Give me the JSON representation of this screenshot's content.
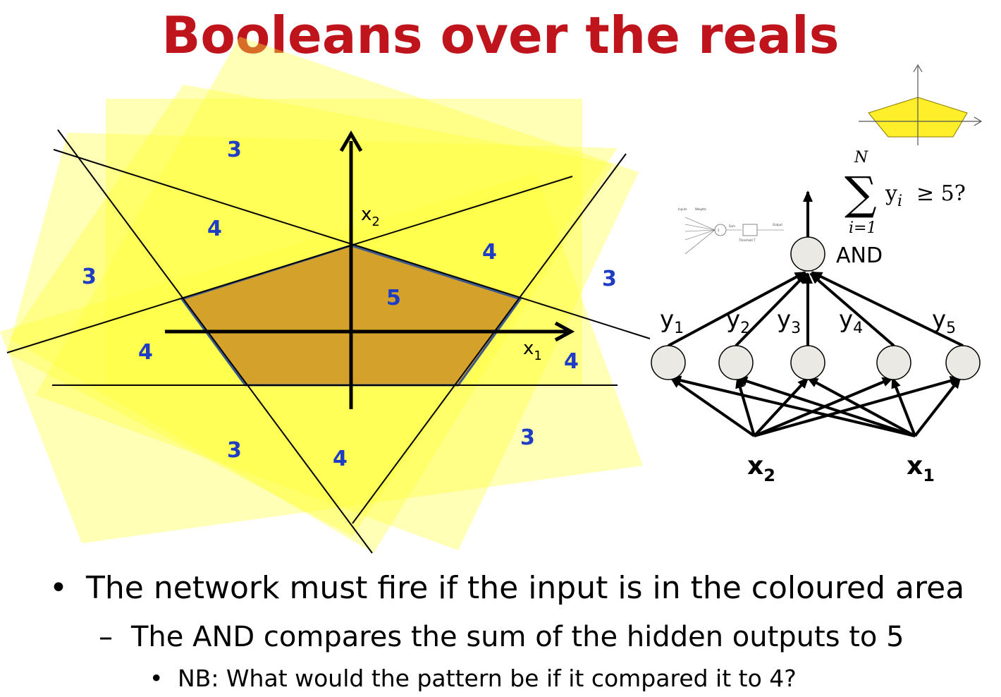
{
  "title": "Booleans over the reals",
  "region_labels": {
    "top_3": "3",
    "upper_left_4": "4",
    "left_3": "3",
    "upper_right_4": "4",
    "right_3": "3",
    "center_5": "5",
    "left_4": "4",
    "right_4": "4",
    "bottom_left_3": "3",
    "bottom_4": "4",
    "bottom_right_3": "3"
  },
  "axes": {
    "x1_base": "x",
    "x1_sub": "1",
    "x2_base": "x",
    "x2_sub": "2"
  },
  "network": {
    "hidden_labels": [
      {
        "base": "y",
        "sub": "1"
      },
      {
        "base": "y",
        "sub": "2"
      },
      {
        "base": "y",
        "sub": "3"
      },
      {
        "base": "y",
        "sub": "4"
      },
      {
        "base": "y",
        "sub": "5"
      }
    ],
    "output_label": "AND",
    "inputs": [
      {
        "base": "x",
        "sub": "2"
      },
      {
        "base": "x",
        "sub": "1"
      }
    ],
    "formula": {
      "upper": "N",
      "lower": "i=1",
      "body": "y",
      "body_sub": "i",
      "rhs": "≥ 5?"
    }
  },
  "perceptron_inset": {
    "inputs_label": "Inputs",
    "weights_label": "Weights",
    "sum_label": "Sum",
    "threshold_label": "Threshold T",
    "output_label": "Output"
  },
  "colors": {
    "title": "#c0141c",
    "region_numbers": "#1f3cc4",
    "pentagon_fill": "#d4a22a",
    "halfplane_fill": "#ffff3c"
  },
  "bullets": [
    {
      "level": 1,
      "marker": "•",
      "text": "The network must fire if the input is in the coloured area"
    },
    {
      "level": 2,
      "marker": "–",
      "text": "The AND compares the sum of the hidden outputs to 5"
    },
    {
      "level": 3,
      "marker": "•",
      "text": "NB: What would the pattern be if it compared it to 4?"
    }
  ]
}
